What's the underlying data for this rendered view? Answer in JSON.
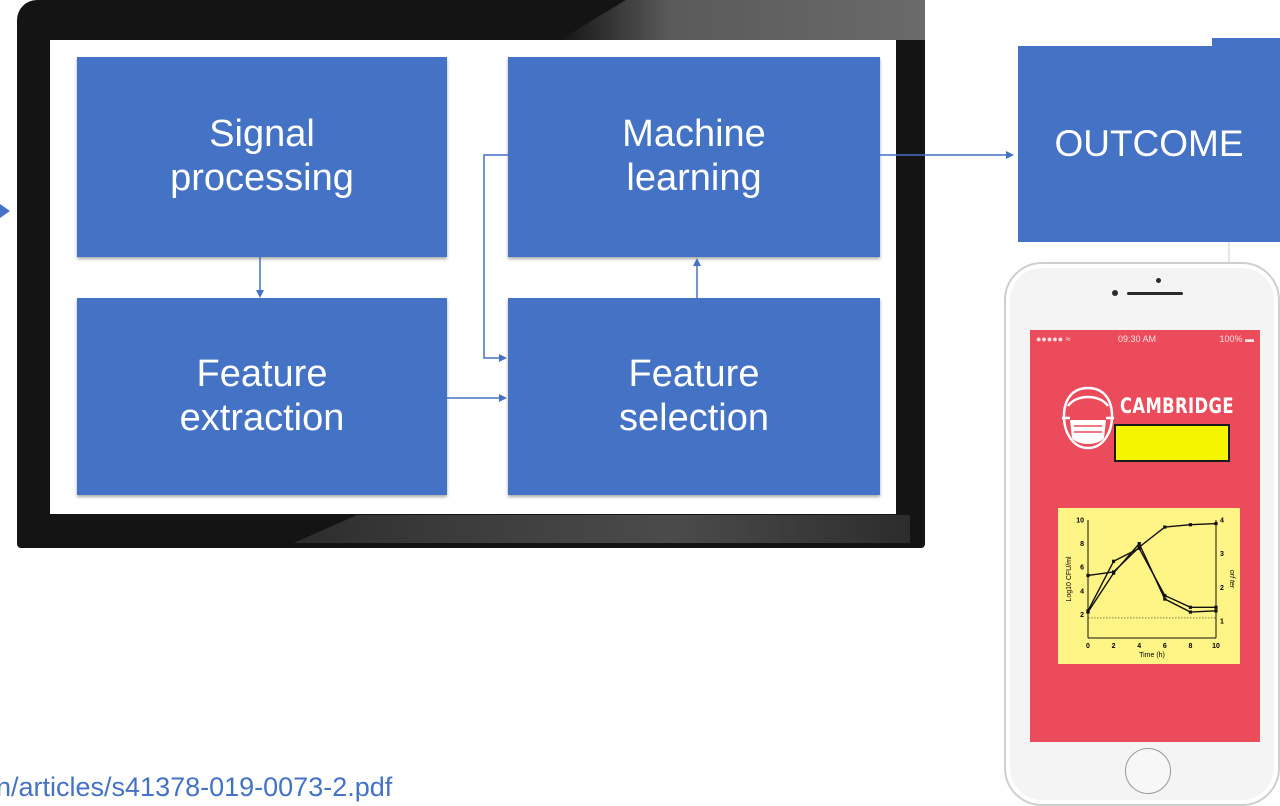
{
  "diagram": {
    "boxes": {
      "signal_processing": "Signal\nprocessing",
      "machine_learning": "Machine\nlearning",
      "feature_extraction": "Feature\nextraction",
      "feature_selection": "Feature\nselection"
    },
    "outcome": "OUTCOME",
    "box_color": "#4472c4"
  },
  "phone": {
    "status": {
      "signal": "●●●●● ≈",
      "time": "09:30 AM",
      "battery": "100% ▬"
    },
    "brand": "CAMBRIDGE",
    "brand_field_color": "#f5f500",
    "screen_color": "#eb4b5a"
  },
  "chart_data": {
    "type": "line",
    "xlabel": "Time (h)",
    "ylabel": "Log10 CFU/ml",
    "ylabel_right": "orf ter",
    "x": [
      0,
      2,
      4,
      6,
      8,
      10
    ],
    "xlim": [
      0,
      10
    ],
    "ylim": [
      0,
      10
    ],
    "ylim_right": [
      0.5,
      4
    ],
    "x_ticks": [
      "0",
      "2",
      "4",
      "6",
      "8",
      "10"
    ],
    "y_ticks": [
      "2",
      "4",
      "6",
      "8",
      "10"
    ],
    "y_ticks_right": [
      "1",
      "2",
      "3",
      "4"
    ],
    "series": [
      {
        "values": [
          5.3,
          5.6,
          7.7,
          9.4,
          9.6,
          9.7
        ]
      },
      {
        "values": [
          2.3,
          6.5,
          7.6,
          3.6,
          2.6,
          2.6
        ]
      },
      {
        "values": [
          2.2,
          5.5,
          8.0,
          3.3,
          2.2,
          2.3
        ]
      }
    ],
    "detection_limit": 1.7
  },
  "footer": {
    "url": "n/articles/s41378-019-0073-2.pdf"
  }
}
